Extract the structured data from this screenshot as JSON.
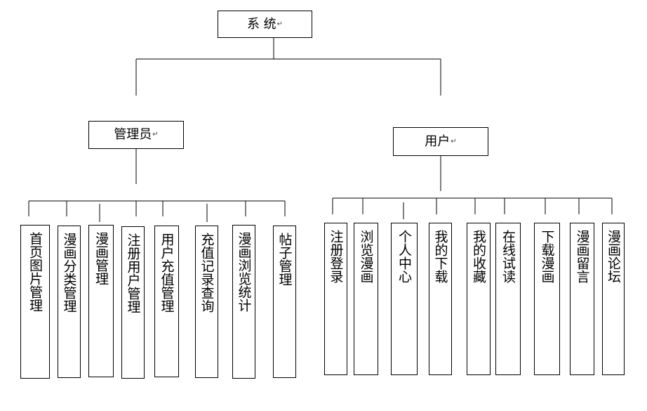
{
  "root": {
    "label": "系 统"
  },
  "branches": [
    {
      "label": "管理员",
      "children": [
        "首页图片管理",
        "漫画分类管理",
        "漫画管理",
        "注册用户管理",
        "用户充值管理",
        "充值记录查询",
        "漫画浏览统计",
        "帖子管理"
      ]
    },
    {
      "label": "用户",
      "children": [
        "注册登录",
        "浏览漫画",
        "个人中心",
        "我的下载",
        "我的收藏",
        "在线试读",
        "下载漫画",
        "漫画留言",
        "漫画论坛"
      ]
    }
  ]
}
